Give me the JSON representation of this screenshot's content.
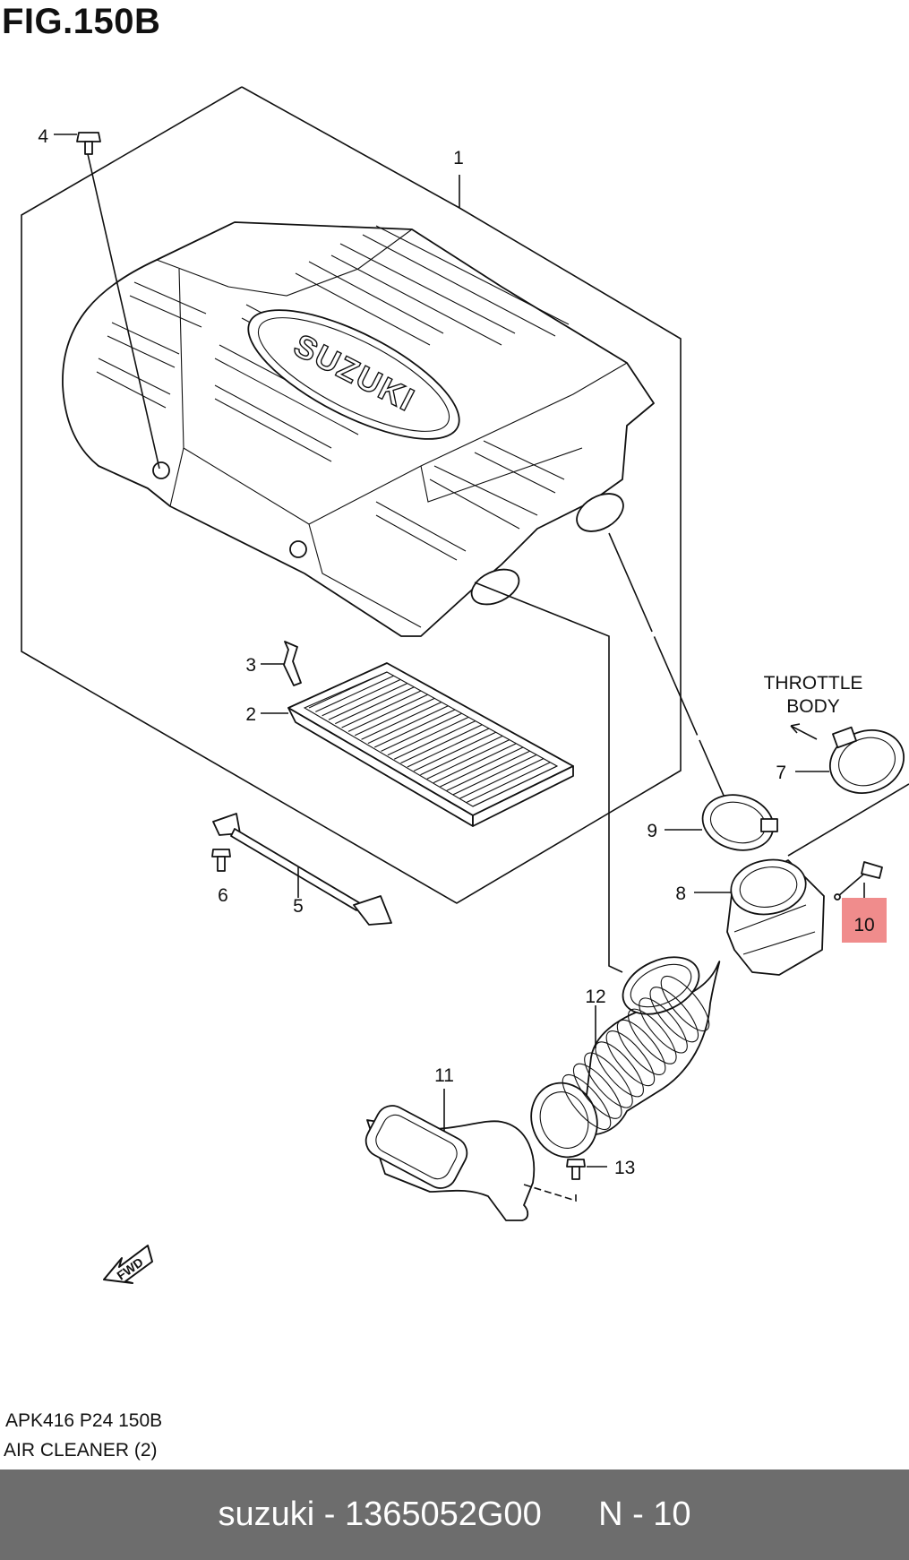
{
  "figure": {
    "title": "FIG.150B"
  },
  "callouts": [
    {
      "id": "1",
      "label": "1"
    },
    {
      "id": "2",
      "label": "2"
    },
    {
      "id": "3",
      "label": "3"
    },
    {
      "id": "4",
      "label": "4"
    },
    {
      "id": "5",
      "label": "5"
    },
    {
      "id": "6",
      "label": "6"
    },
    {
      "id": "7",
      "label": "7"
    },
    {
      "id": "8",
      "label": "8"
    },
    {
      "id": "9",
      "label": "9"
    },
    {
      "id": "10",
      "label": "10",
      "highlighted": true
    },
    {
      "id": "11",
      "label": "11"
    },
    {
      "id": "12",
      "label": "12"
    },
    {
      "id": "13",
      "label": "13"
    }
  ],
  "annotations": {
    "throttle_line1": "THROTTLE",
    "throttle_line2": "BODY",
    "cover_logo": "SUZUKI",
    "fwd_marker": "FWD"
  },
  "footer": {
    "code": "APK416 P24 150B",
    "name": "AIR CLEANER (2)"
  },
  "bottom_bar": {
    "brand": "suzuki",
    "separator": "-",
    "part_number": "1365052G00",
    "position": "N - 10"
  },
  "colors": {
    "highlight": "#f08c8c",
    "bar_background": "#6d6d6d",
    "bar_text": "#ffffff"
  }
}
